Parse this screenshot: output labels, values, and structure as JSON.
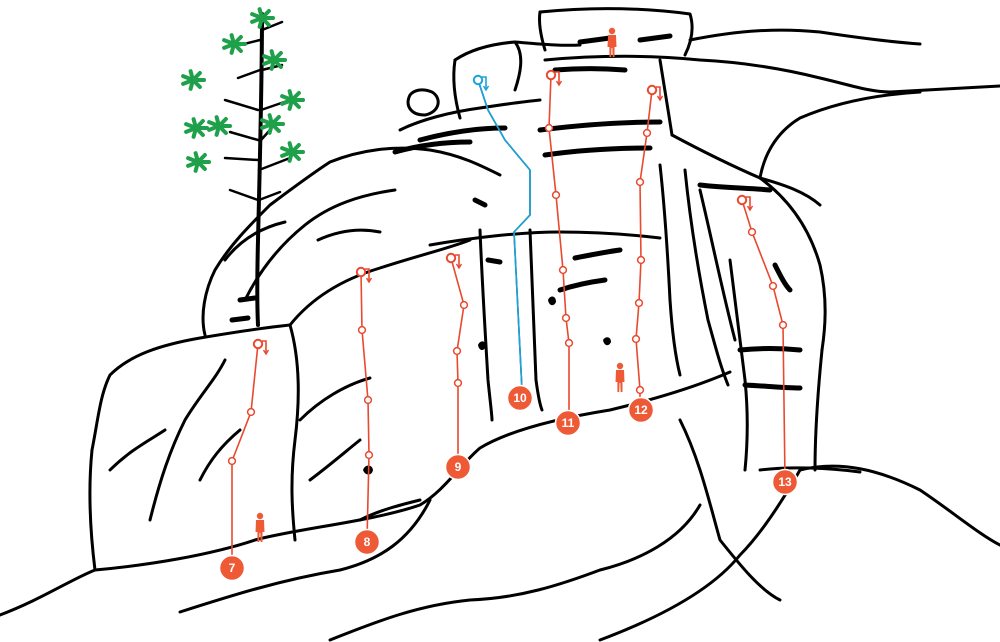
{
  "colors": {
    "route": "#e8492f",
    "badge": "#ee5a35",
    "highlight_route": "#1aa3d9",
    "highlight_route_dark": "#1f3d7a",
    "tree": "#1fa04a",
    "rock": "#000000",
    "climber": "#ee5a35"
  },
  "icons": [
    "climber-figure-icon",
    "lower-off-anchor-icon",
    "bolt-icon",
    "pine-tree-icon"
  ],
  "routes": [
    {
      "label": "7"
    },
    {
      "label": "8"
    },
    {
      "label": "9"
    },
    {
      "label": "10",
      "highlighted": true
    },
    {
      "label": "11"
    },
    {
      "label": "12"
    },
    {
      "label": "13"
    }
  ]
}
